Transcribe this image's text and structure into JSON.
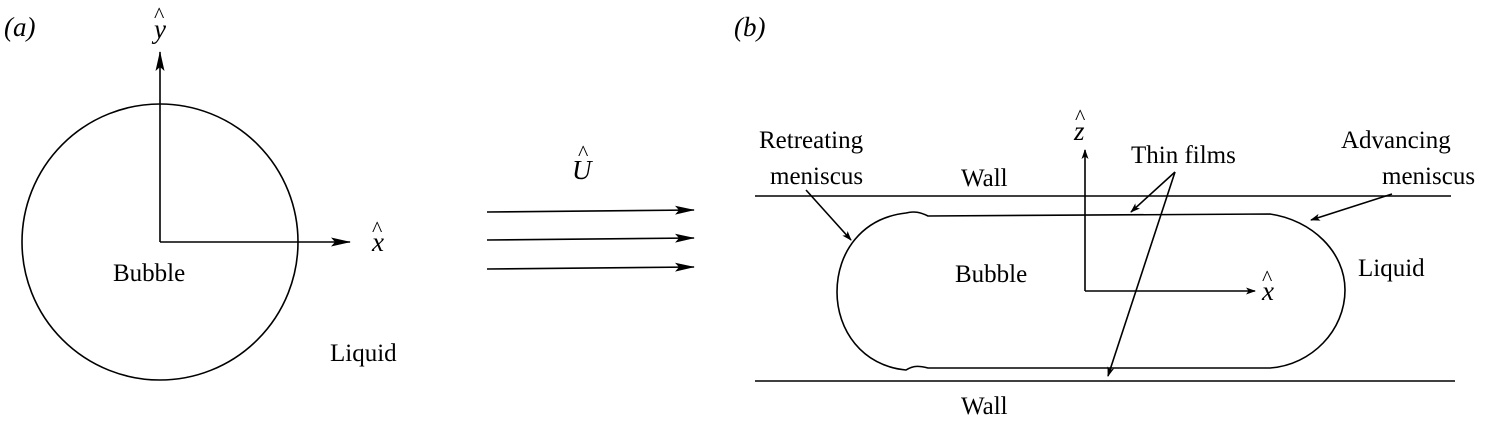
{
  "panel_a": {
    "label": "(a)",
    "y_axis": {
      "symbol": "y",
      "accent": "^"
    },
    "x_axis": {
      "symbol": "x",
      "accent": "^"
    },
    "bubble_label": "Bubble",
    "liquid_label": "Liquid"
  },
  "flow": {
    "symbol": "U",
    "accent": "^"
  },
  "panel_b": {
    "label": "(b)",
    "retreating_line1": "Retreating",
    "retreating_line2": "meniscus",
    "advancing_line1": "Advancing",
    "advancing_line2": "meniscus",
    "thin_films": "Thin films",
    "wall_top": "Wall",
    "wall_bottom": "Wall",
    "bubble_label": "Bubble",
    "liquid_label": "Liquid",
    "z_axis": {
      "symbol": "z",
      "accent": "^"
    },
    "x_axis": {
      "symbol": "x",
      "accent": "^"
    }
  }
}
